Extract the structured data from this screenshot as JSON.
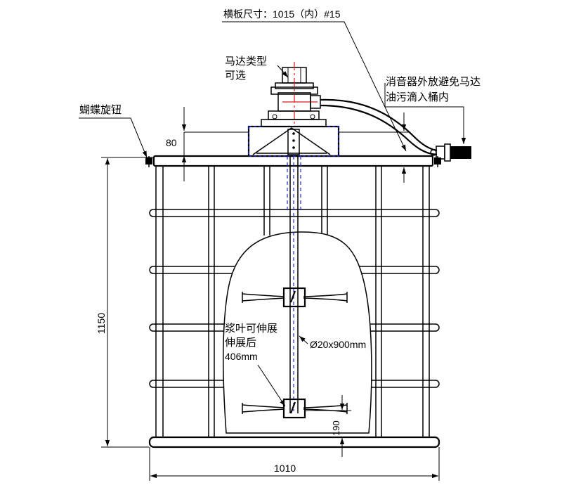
{
  "labels": {
    "baffle_size": "横板尺寸：1015（内）#15",
    "motor_type_line1": "马达类型",
    "motor_type_line2": "可选",
    "silencer_line1": "消音器外放避免马达",
    "silencer_line2": "油污滴入桶内",
    "butterfly_knob": "蝴蝶旋钮",
    "blade_line1": "浆叶可伸展",
    "blade_line2": "伸展后",
    "blade_line3": "406mm",
    "shaft_spec": "Ø20x900mm"
  },
  "dimensions": {
    "motor_base_height": "80",
    "total_height": "1150",
    "bottom_gap": "190",
    "total_width": "1010"
  },
  "colors": {
    "outline": "#000000",
    "centerline": "#1f2bd6",
    "axis": "#e01818",
    "background": "#ffffff"
  }
}
